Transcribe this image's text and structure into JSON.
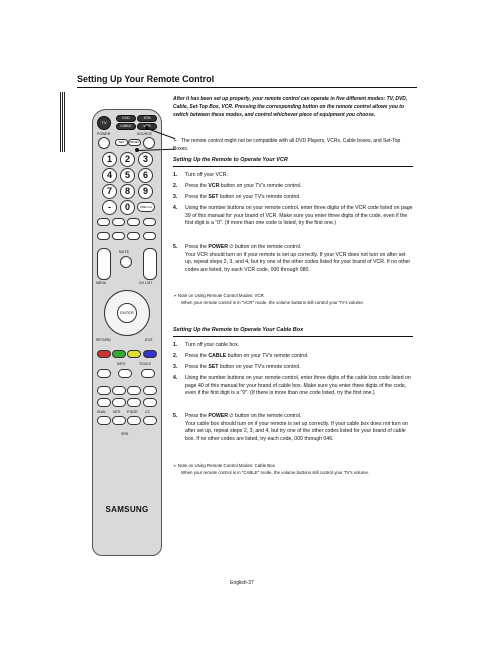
{
  "section_title": "Setting Up Your Remote Control",
  "intro": "After it has been set up properly, your remote control can operate in five different modes: TV, DVD, Cable, Set-Top Box, VCR. Pressing the corresponding button on the remote control allows you to switch between these modes, and control whichever piece of equipment you choose.",
  "intro_note": "The remote control might not be compatible with all DVD Players, VCRs, Cable boxes, and Set-Top Boxes.",
  "vcr": {
    "heading": "Setting Up the Remote to Operate Your VCR",
    "steps": [
      {
        "n": "1.",
        "text": "Turn off your VCR."
      },
      {
        "n": "2.",
        "pre": "Press the ",
        "bold": "VCR",
        "post": " button on your TV's remote control."
      },
      {
        "n": "3.",
        "pre": "Press the ",
        "bold": "SET",
        "post": " button on your TV's remote control."
      },
      {
        "n": "4.",
        "text": "Using the number buttons on your remote control, enter three digits of the VCR code listed on page 39 of this manual for your brand of VCR. Make sure you enter three digits of the code, even if the first digit is a \"0\". (If more than one code is listed, try the first one.)"
      },
      {
        "n": "5.",
        "pre": "Press the ",
        "bold": "POWER",
        "post": " button on the remote control.",
        "extra": "Your VCR should turn on if your remote is set up correctly. If your VCR does not turn on after set up, repeat steps 2, 3, and 4, but try one of the other codes listed for your brand of VCR. If no other codes are listed, try each VCR code, 000 through 080."
      }
    ],
    "note_title": "Note on Using Remote Control Modes: VCR",
    "note_text": "When your remote control is in \"VCR\" mode, the volume buttons still control your TV's volume."
  },
  "cable": {
    "heading": "Setting Up the Remote to Operate Your Cable Box",
    "steps": [
      {
        "n": "1.",
        "text": "Turn off your cable box."
      },
      {
        "n": "2.",
        "pre": "Press the ",
        "bold": "CABLE",
        "post": " button on your TV's remote control."
      },
      {
        "n": "3.",
        "pre": "Press the ",
        "bold": "SET",
        "post": " button on your TV's remote control."
      },
      {
        "n": "4.",
        "text": "Using the number buttons on your remote control, enter three digits of the cable box code listed on page 40 of this manual for your brand of cable box. Make sure you enter three digits of the code, even if the first digit is a \"0\". (If there is more than one code listed, try the first one.)"
      },
      {
        "n": "5.",
        "pre": "Press the ",
        "bold": "POWER",
        "post": " button on the remote control.",
        "extra": "Your cable box should turn on if your remote is set up correctly. If your cable box does not turn on after set up, repeat steps 2, 3, and 4, but try one of the other codes listed for your brand of cable box. If no other codes are listed, try each code, 000 through 046."
      }
    ],
    "note_title": "Note on Using Remote Control Modes: Cable Box",
    "note_text": "When your remote control is in \"CABLE\" mode, the volume buttons still control your TV's volume."
  },
  "remote": {
    "brand": "SAMSUNG",
    "tv": "TV",
    "dvd": "DVD",
    "stb": "STB",
    "cable": "CABLE",
    "vcr": "VCR",
    "power": "POWER",
    "source": "SOURCE",
    "set": "SET",
    "reset": "RESET",
    "pre_ch": "PRE-CH",
    "mute": "MUTE",
    "ch_list": "CH LIST",
    "menu": "MENU",
    "enter": "ENTER",
    "return": "RETURN",
    "exit": "EXIT",
    "info": "INFO",
    "tools": "TOOLS",
    "dual": "DUAL",
    "mts": "MTS",
    "srs": "SRS",
    "psize": "P.SIZE",
    "cc": "CC",
    "numbers": [
      "1",
      "2",
      "3",
      "4",
      "5",
      "6",
      "7",
      "8",
      "9",
      "-",
      "0",
      "PRE-CH"
    ]
  },
  "footer": "English-37"
}
